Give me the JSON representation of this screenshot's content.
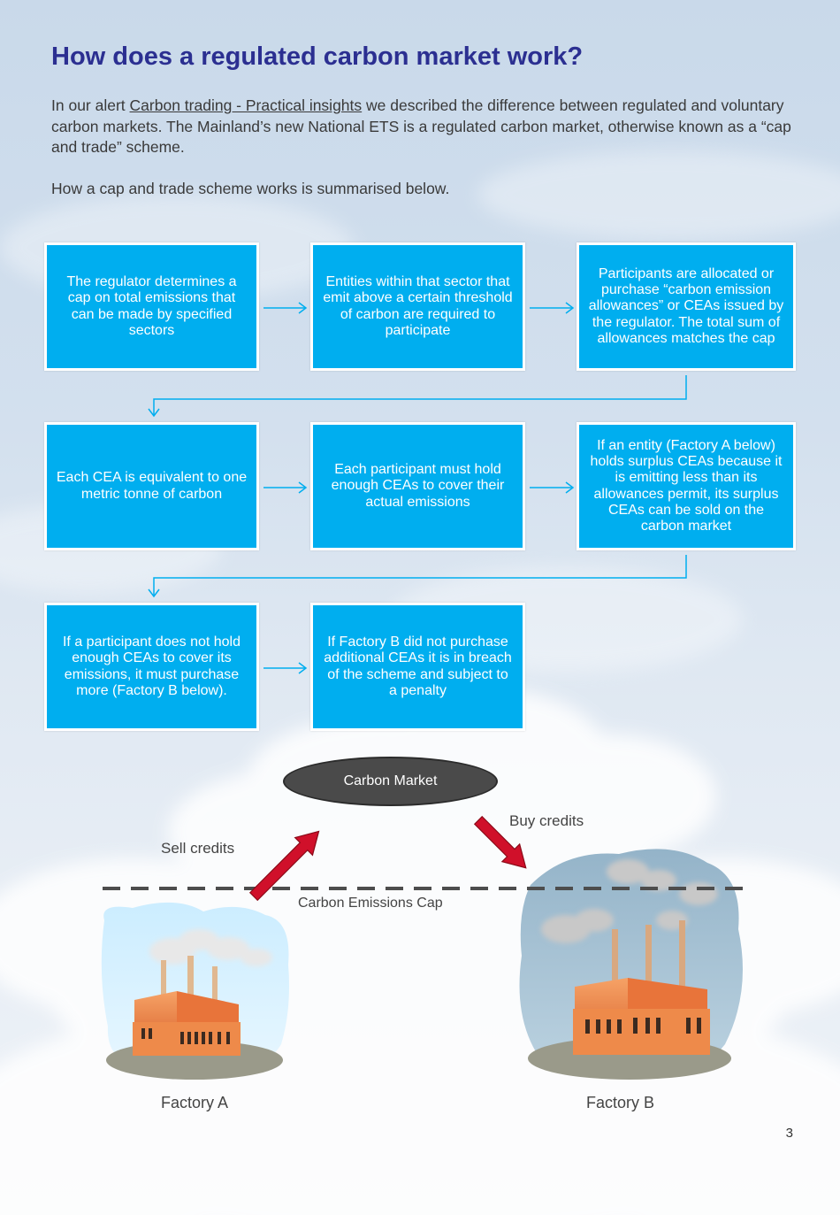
{
  "page": {
    "title": "How does a regulated carbon market work?",
    "intro": {
      "before_link": "In our alert ",
      "link_text": "Carbon trading - Practical insights",
      "after_link": " we described the difference between regulated and voluntary carbon markets.  The Mainland’s new National ETS is a regulated carbon market, otherwise known as a “cap and trade” scheme.",
      "paragraph2": "How a cap and trade scheme works is summarised below."
    },
    "page_number": "3"
  },
  "flow": {
    "steps": [
      "The regulator determines a cap on total emissions that can be made by specified sectors",
      "Entities within that sector that emit above a certain threshold of carbon are required to participate",
      "Participants are allocated or purchase “carbon emission allowances” or CEAs issued by the regulator. The total sum of allowances matches the cap",
      "Each CEA is equivalent to one metric tonne of carbon",
      "Each participant must hold enough CEAs to cover their actual emissions",
      "If an entity (Factory A below) holds surplus CEAs because it is emitting less than its allowances permit, its surplus CEAs can be sold on the carbon market",
      "If a participant does not hold enough CEAs to cover its emissions, it must purchase more (Factory B below).",
      "If Factory B did not purchase additional CEAs it is in breach of the scheme and subject to a penalty"
    ]
  },
  "diagram": {
    "market_label": "Carbon Market",
    "sell_label": "Sell credits",
    "buy_label": "Buy credits",
    "cap_label": "Carbon Emissions Cap",
    "factory_a_label": "Factory A",
    "factory_b_label": "Factory B"
  },
  "colors": {
    "title": "#2b2f91",
    "box_fill": "#00aeef",
    "arrow_line": "#00aeef",
    "trade_arrow": "#d0102a"
  }
}
